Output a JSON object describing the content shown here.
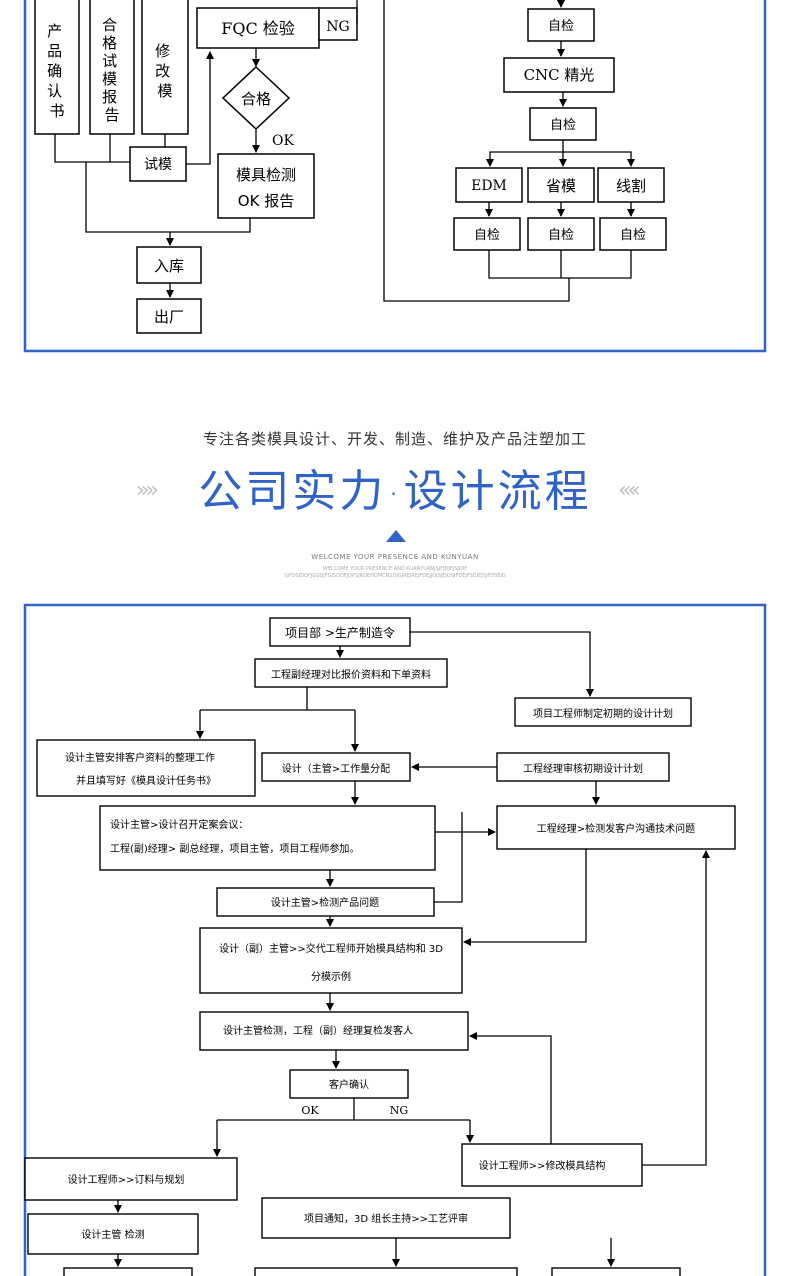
{
  "top_flow": {
    "left": {
      "col1": "产品确认书",
      "col2": "合格试模报告",
      "col3": "修改模",
      "trial": "试模",
      "fqc": "FQC 检验",
      "ng": "NG",
      "pass": "合格",
      "ok": "OK",
      "report": [
        "模具检测",
        "OK 报告"
      ],
      "warehouse": "入库",
      "ship": "出厂"
    },
    "right": {
      "check1": "自检",
      "cnc": "CNC 精光",
      "check2": "自检",
      "edm": "EDM",
      "polish": "省模",
      "wire": "线割",
      "check3": "自检",
      "check4": "自检",
      "check5": "自检"
    }
  },
  "section": {
    "subtitle": "专注各类模具设计、开发、制造、维护及产品注塑加工",
    "title_a": "公司实力",
    "title_dot": "·",
    "title_b": "设计流程",
    "chev_left": "»»",
    "chev_right": "««",
    "en_line1": "WELCOME YOUR PRESENCE AND KUNYUAN",
    "en_line2": "WELCOME YOUR PRESENCE AND KUANYUANJSJFJDJFJSJDIF",
    "en_line3": "SJFDSJDOFJGSDJFGJSDDFJDPSJRDEHDMCNSDJGJREJREJFDEJJOJSJEJOSJFDEJFSDJEJSJFDSEJG"
  },
  "design_flow": {
    "n1": "项目部 >生产制造令",
    "n2": "工程副经理对比报价资料和下单资料",
    "n3": "项目工程师制定初期的设计计划",
    "n4": [
      "设计主管安排客户资料的整理工作",
      "并且填写好《模具设计任务书》"
    ],
    "n5": "设计（主管>工作量分配",
    "n6": "工程经理审核初期设计计划",
    "n7": [
      "设计主管>设计召开定案会议：",
      "工程(副)经理> 副总经理，项目主管，项目工程师参加。"
    ],
    "n8": "工程经理>检测发客户沟通技术问题",
    "n9": "设计主管>检测产品问题",
    "n10": [
      "设计（副）主管>>交代工程师开始模具结构和 3D",
      "分模示例"
    ],
    "n11": "设计主管检测，工程（副）经理复检发客人",
    "n12": "客户确认",
    "ok": "OK",
    "ng": "NG",
    "n13": "设计工程师>>修改模具结构",
    "n14": "设计工程师>>订料与规划",
    "n15": "设计主管 检测",
    "n16": "项目通知，3D 组长主持>>工艺评审"
  },
  "colors": {
    "frame": "#2f63c9",
    "accent": "#2f63c9",
    "line": "#000000"
  }
}
